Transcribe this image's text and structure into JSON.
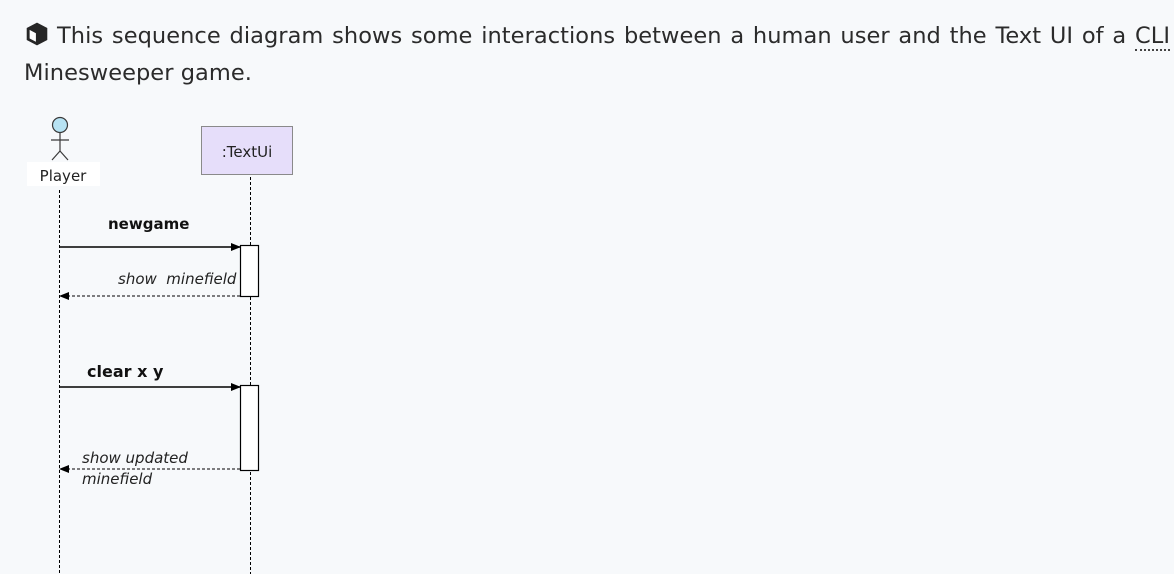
{
  "intro": {
    "lead": "This sequence diagram shows some interactions between a human user and the Text UI of a",
    "abbr": "CLI",
    "tail": "Minesweeper game."
  },
  "diagram": {
    "actor": {
      "label": "Player"
    },
    "participant": {
      "label": ":TextUi"
    },
    "messages": [
      {
        "label": "newgame",
        "kind": "call"
      },
      {
        "label": "show  minefield",
        "kind": "return"
      },
      {
        "label": "clear x y",
        "kind": "call"
      },
      {
        "label_line1": "show updated",
        "label_line2": "minefield",
        "kind": "return"
      }
    ]
  }
}
